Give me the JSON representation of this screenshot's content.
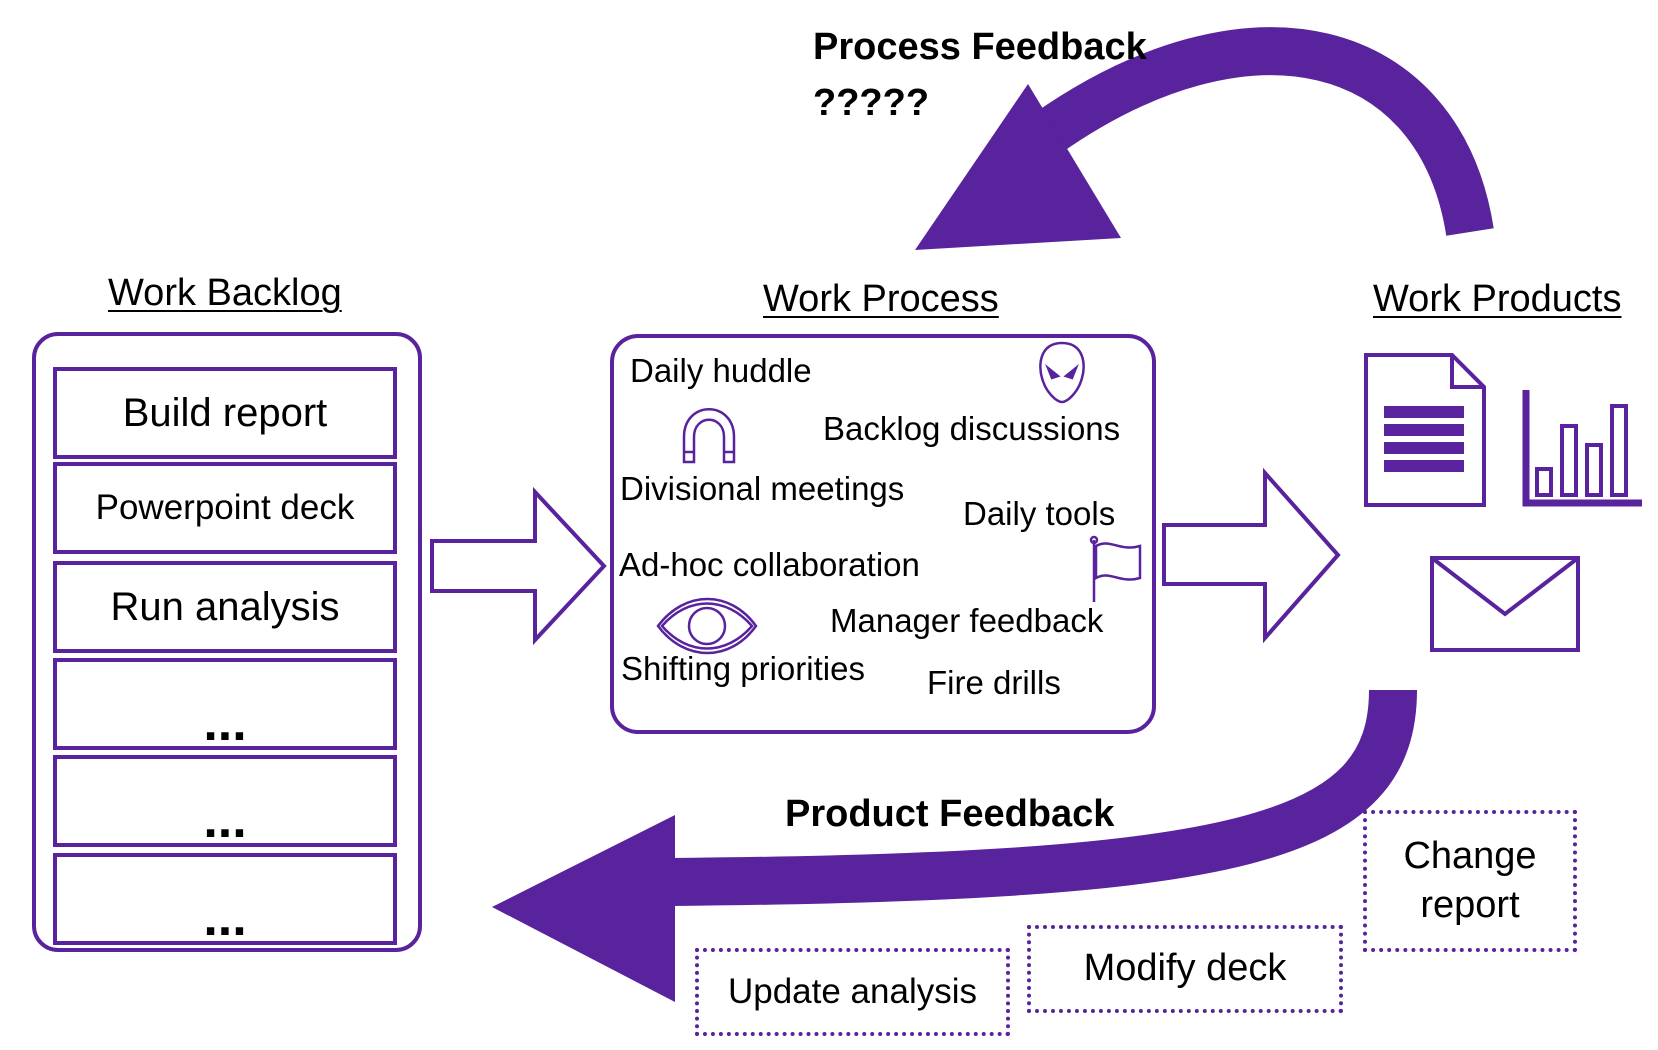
{
  "headings": {
    "backlog": "Work Backlog",
    "process": "Work Process",
    "products": "Work Products"
  },
  "feedback": {
    "process_title": "Process Feedback",
    "process_question": "?????",
    "product_title": "Product Feedback"
  },
  "backlog_items": [
    "Build report",
    "Powerpoint deck",
    "Run analysis",
    "...",
    "...",
    "..."
  ],
  "process_items": {
    "daily_huddle": "Daily huddle",
    "backlog_discussions": "Backlog discussions",
    "divisional_meetings": "Divisional meetings",
    "daily_tools": "Daily tools",
    "adhoc_collaboration": "Ad-hoc collaboration",
    "manager_feedback": "Manager feedback",
    "shifting_priorities": "Shifting priorities",
    "fire_drills": "Fire drills"
  },
  "process_icons": [
    "alien-icon",
    "magnet-icon",
    "flag-icon",
    "eye-icon"
  ],
  "product_icons": [
    "document-icon",
    "bar-chart-icon",
    "envelope-icon"
  ],
  "feedback_actions": {
    "change_report": "Change report",
    "modify_deck": "Modify deck",
    "update_analysis": "Update analysis"
  },
  "colors": {
    "accent": "#58239c"
  }
}
